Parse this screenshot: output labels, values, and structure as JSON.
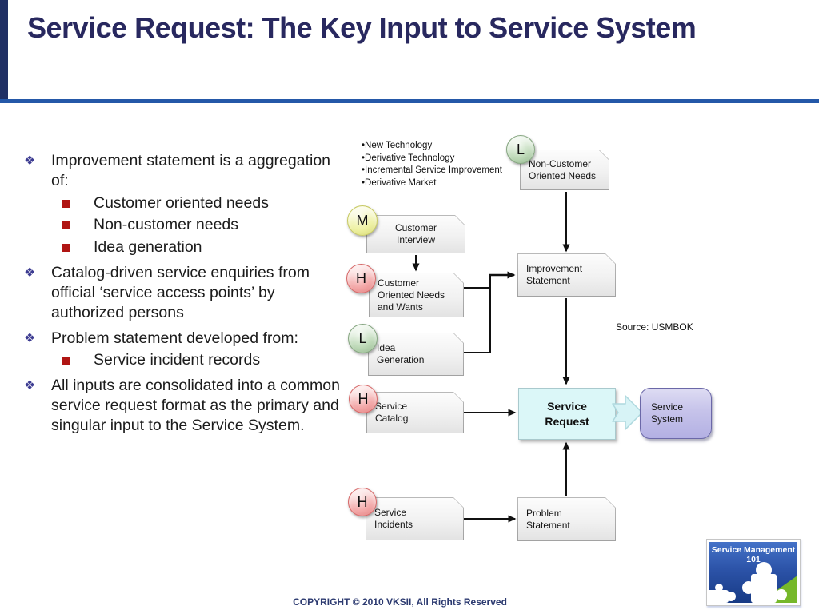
{
  "slide": {
    "title": "Service Request: The Key Input to Service System",
    "footer": "COPYRIGHT © 2010 VKSII, All Rights Reserved"
  },
  "content": {
    "items": [
      {
        "level": 1,
        "text": "Improvement statement is a aggregation of:"
      },
      {
        "level": 2,
        "text": "Customer oriented needs"
      },
      {
        "level": 2,
        "text": "Non-customer needs"
      },
      {
        "level": 2,
        "text": "Idea generation"
      },
      {
        "level": 1,
        "text": "Catalog-driven service enquiries from official ‘service access points’ by authorized persons"
      },
      {
        "level": 1,
        "text": "Problem statement developed from:"
      },
      {
        "level": 2,
        "text": "Service incident records"
      },
      {
        "level": 1,
        "text": "All inputs are consolidated into a common service request format as the primary and singular input to the Service System."
      }
    ]
  },
  "diagram": {
    "notes": [
      "•New Technology",
      "•Derivative Technology",
      "•Incremental Service Improvement",
      "•Derivative Market"
    ],
    "source": "Source: USMBOK",
    "nodes": {
      "non_customer": {
        "badge": "L",
        "label": "Non-Customer Oriented Needs"
      },
      "customer_interview": {
        "badge": "M",
        "label": "Customer Interview"
      },
      "customer_oriented": {
        "badge": "H",
        "label": "Customer Oriented Needs and Wants"
      },
      "idea_generation": {
        "badge": "L",
        "label": "Idea Generation"
      },
      "improvement": {
        "label": "Improvement Statement"
      },
      "service_catalog": {
        "badge": "H",
        "label": "Service Catalog"
      },
      "service_request": {
        "label": "Service Request"
      },
      "service_system": {
        "label": "Service System"
      },
      "service_incidents": {
        "badge": "H",
        "label": "Service Incidents"
      },
      "problem_statement": {
        "label": "Problem Statement"
      }
    }
  },
  "logo": {
    "title": "Service Management 101"
  },
  "colors": {
    "accent_navy": "#203064",
    "title_navy": "#28285f",
    "rule_blue": "#2458a8",
    "bullet_diamond": "#3c3b91",
    "bullet_square": "#b01513",
    "badge_low": "#bcd8b6",
    "badge_medium": "#eef1a2",
    "badge_high": "#f3a8a8",
    "service_request_fill": "#dbf7f8",
    "service_system_fill": "#b3b0e3",
    "logo_green": "#76b82a"
  }
}
